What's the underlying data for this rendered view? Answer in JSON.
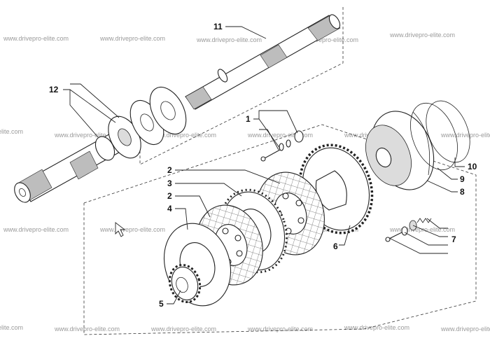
{
  "callouts": {
    "c1": "1",
    "c2a": "2",
    "c2b": "2",
    "c3": "3",
    "c4": "4",
    "c5": "5",
    "c6": "6",
    "c7": "7",
    "c8": "8",
    "c9": "9",
    "c10": "10",
    "c11": "11",
    "c12": "12"
  },
  "watermark": "www.drivepro-elite.com"
}
